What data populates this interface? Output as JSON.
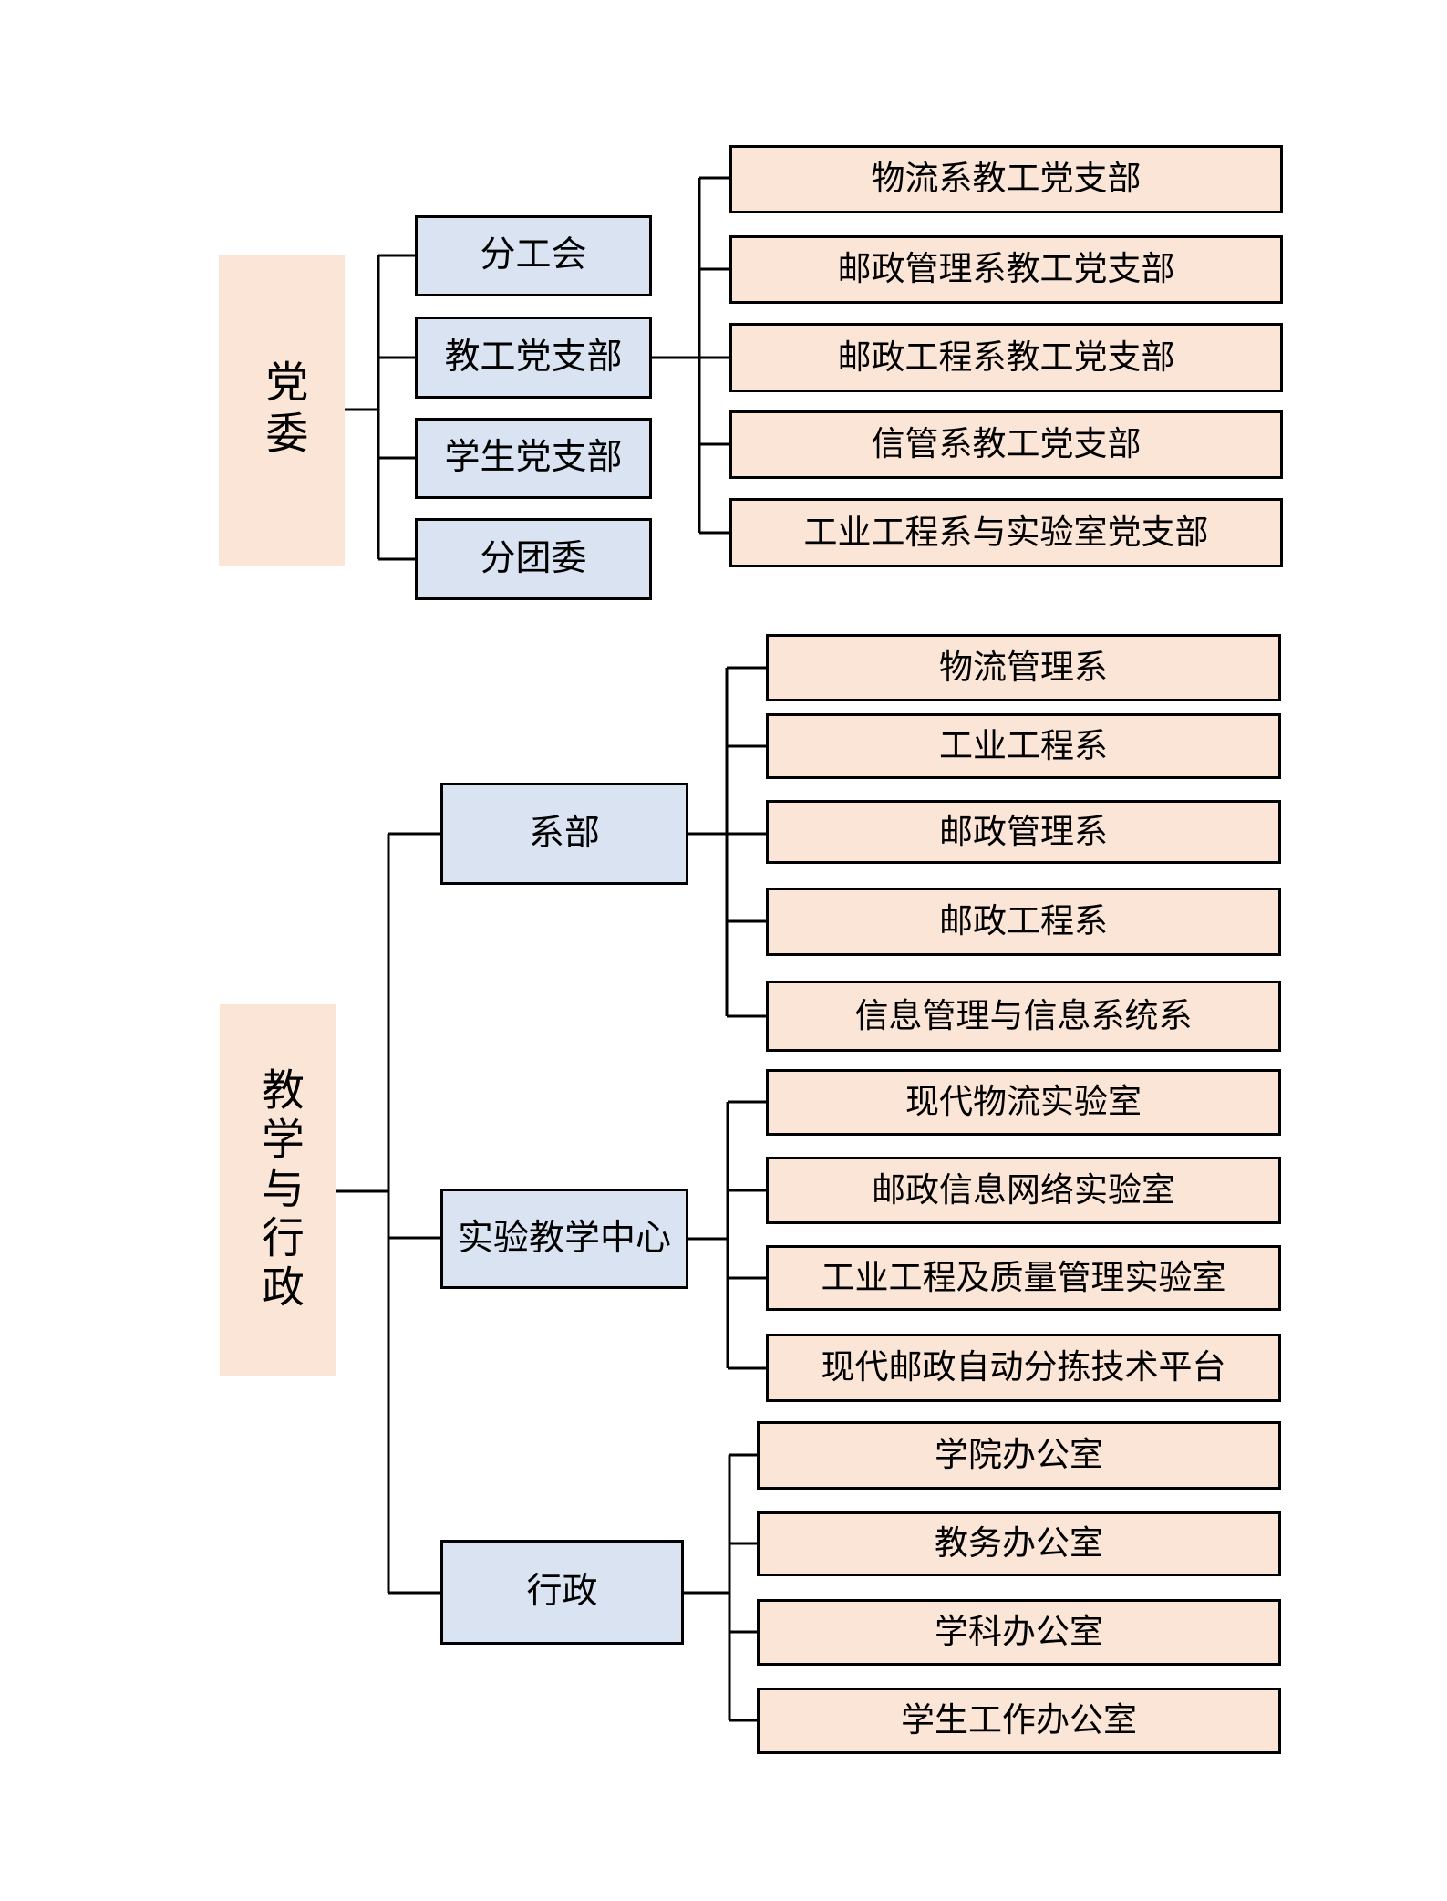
{
  "org": {
    "party": {
      "root": "党委",
      "level1": [
        "分工会",
        "教工党支部",
        "学生党支部",
        "分团委"
      ],
      "faculty_party_branches": [
        "物流系教工党支部",
        "邮政管理系教工党支部",
        "邮政工程系教工党支部",
        "信管系教工党支部",
        "工业工程系与实验室党支部"
      ]
    },
    "teaching_admin": {
      "root": "教学与行政",
      "level1": [
        "系部",
        "实验教学中心",
        "行政"
      ],
      "departments": [
        "物流管理系",
        "工业工程系",
        "邮政管理系",
        "邮政工程系",
        "信息管理与信息系统系"
      ],
      "labs": [
        "现代物流实验室",
        "邮政信息网络实验室",
        "工业工程及质量管理实验室",
        "现代邮政自动分拣技术平台"
      ],
      "offices": [
        "学院办公室",
        "教务办公室",
        "学科办公室",
        "学生工作办公室"
      ]
    },
    "colors": {
      "root_fill": "#fbe5d6",
      "parent_fill": "#dae3f2",
      "child_fill": "#fbe5d6",
      "line": "#000000",
      "border": "#000000",
      "background": "#ffffff"
    }
  }
}
